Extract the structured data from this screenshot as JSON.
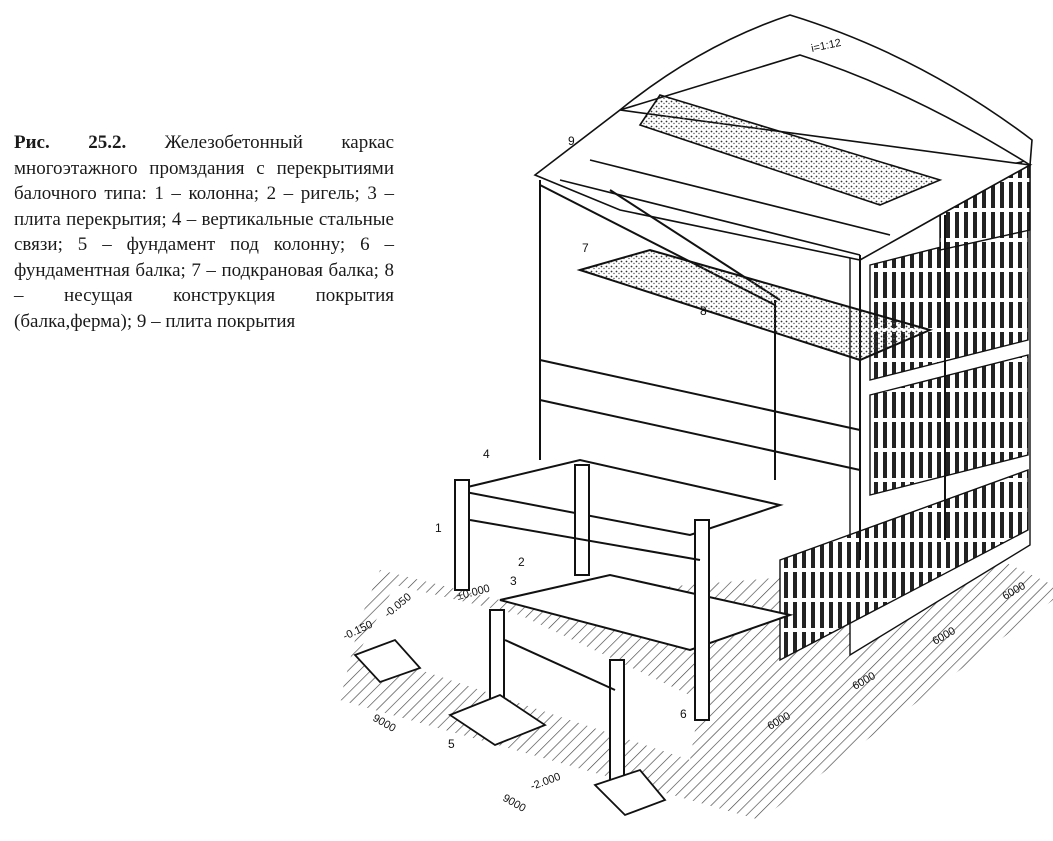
{
  "caption": {
    "label": "Рис. 25.2.",
    "text": "Железобетонный каркас многоэтажного промздания с перекрытиями балочного типа: 1 – колонна; 2 – ригель; 3 – плита перекрытия; 4 – вертикальные стальные связи; 5 – фундамент под колонну; 6 – фундаментная балка; 7 – подкрановая балка; 8 – несущая конструкция покрытия (балка,ферма); 9 – плита покрытия"
  },
  "figure": {
    "callouts": [
      "1",
      "2",
      "3",
      "4",
      "5",
      "6",
      "7",
      "8",
      "9"
    ],
    "roof_slope": "i=1:12",
    "levels": [
      "±0.000",
      "-0.150",
      "-0.050",
      "-2.000"
    ],
    "spans_long": [
      "6000",
      "6000",
      "6000",
      "6000"
    ],
    "spans_short": [
      "9000",
      "9000"
    ]
  }
}
